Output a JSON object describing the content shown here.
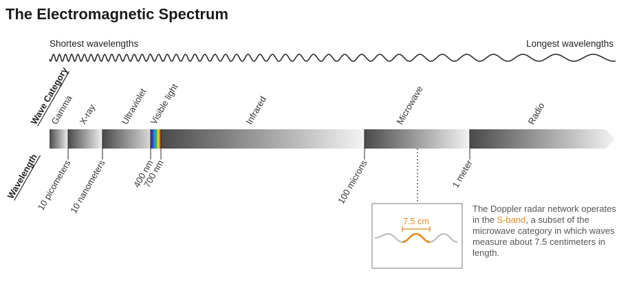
{
  "title": "The Electromagnetic Spectrum",
  "wavelength_ends": {
    "shortest": "Shortest wavelengths",
    "longest": "Longest wavelengths"
  },
  "axis_titles": {
    "category": "Wave Category",
    "wavelength": "Wavelength"
  },
  "categories": [
    {
      "key": "gamma",
      "label": "Gamma"
    },
    {
      "key": "xray",
      "label": "X-ray"
    },
    {
      "key": "ultraviolet",
      "label": "Ultraviolet"
    },
    {
      "key": "visible",
      "label": "Visible light"
    },
    {
      "key": "infrared",
      "label": "Infrared"
    },
    {
      "key": "microwave",
      "label": "Microwave"
    },
    {
      "key": "radio",
      "label": "Radio"
    }
  ],
  "wavelength_ticks": [
    {
      "key": "10pm",
      "label": "10 picometers"
    },
    {
      "key": "10nm",
      "label": "10 nanometers"
    },
    {
      "key": "400nm",
      "label": "400 nm"
    },
    {
      "key": "700nm",
      "label": "700 nm"
    },
    {
      "key": "100um",
      "label": "100 microns"
    },
    {
      "key": "1m",
      "label": "1 meter"
    }
  ],
  "inset": {
    "measure_label": "7.5 cm",
    "note_before": "The Doppler radar network operates in the ",
    "note_highlight": "S-band",
    "note_after": ", a subset of the microwave category in which waves measure about 7.5 centimeters in length."
  },
  "colors": {
    "accent": "#e8891c",
    "bar_dark": "#4a4a4a",
    "bar_light": "#f2f2f2",
    "text": "#2b2b2b"
  }
}
